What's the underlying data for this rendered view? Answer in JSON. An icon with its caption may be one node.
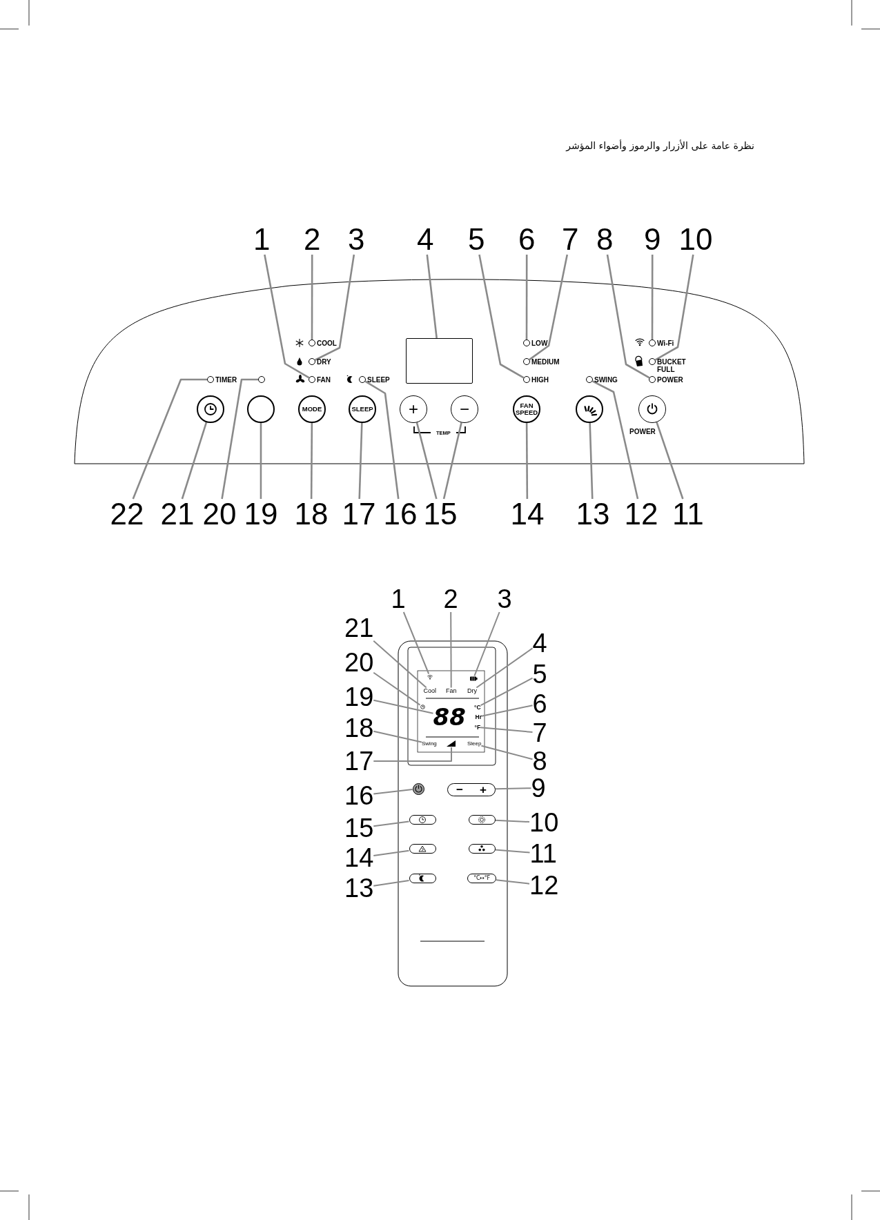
{
  "diagram": {
    "title": "نظرة عامة على الأزرار والرموز وأضواء المؤشر",
    "nodes": [
      {
        "text": [
          "1"
        ]
      },
      {
        "text": [
          "2"
        ]
      },
      {
        "text": [
          "3"
        ]
      },
      {
        "text": [
          "4"
        ]
      },
      {
        "text": [
          "5"
        ]
      },
      {
        "text": [
          "6"
        ]
      },
      {
        "text": [
          "7"
        ]
      },
      {
        "text": [
          "8"
        ]
      },
      {
        "text": [
          "9"
        ]
      },
      {
        "text": [
          "10"
        ]
      },
      {
        "text": [
          "COOL"
        ]
      },
      {
        "text": [
          "LOW"
        ]
      },
      {
        "text": [
          "Wi-Fi"
        ]
      },
      {
        "text": [
          "DRY"
        ]
      },
      {
        "text": [],
        "shape": "box"
      },
      {
        "text": [
          "MEDIUM"
        ]
      },
      {
        "text": [
          "BUCKET FULL"
        ]
      },
      {
        "text": [
          "TIMER"
        ]
      },
      {
        "text": [],
        "shape": "circle"
      },
      {
        "text": [
          "FAN"
        ]
      },
      {
        "text": [
          "SLEEP"
        ]
      },
      {
        "text": [
          "HIGH"
        ]
      },
      {
        "text": [
          "SWING"
        ]
      },
      {
        "text": [
          "POWER"
        ]
      },
      {
        "text": [],
        "shape": "circle"
      },
      {
        "text": [],
        "shape": "circle"
      },
      {
        "text": [
          "MODE"
        ]
      },
      {
        "text": [
          "SLEEP"
        ]
      },
      {
        "text": [
          "+"
        ]
      },
      {
        "text": [
          "−"
        ]
      },
      {
        "text": [
          "FAN SPEED"
        ]
      },
      {
        "text": [],
        "shape": "circle"
      },
      {
        "text": [],
        "shape": "circle",
        "beside": [
          "POWER"
        ]
      },
      {
        "text": [
          "22"
        ]
      },
      {
        "text": [
          "21"
        ]
      },
      {
        "text": [
          "20"
        ]
      },
      {
        "text": [
          "19"
        ]
      },
      {
        "text": [
          "18"
        ]
      },
      {
        "text": [
          "17"
        ]
      },
      {
        "text": [
          "16"
        ]
      },
      {
        "text": [
          "15"
        ]
      },
      {
        "text": [
          "14"
        ]
      },
      {
        "text": [
          "13"
        ]
      },
      {
        "text": [
          "12"
        ]
      },
      {
        "text": [
          "11"
        ]
      },
      {
        "text": [
          "1"
        ]
      },
      {
        "text": [
          "2"
        ]
      },
      {
        "text": [
          "3"
        ]
      },
      {
        "text": [
          "21"
        ]
      },
      {
        "text": [
          "4"
        ]
      },
      {
        "text": [
          "20"
        ]
      },
      {
        "text": [
          "5"
        ]
      },
      {
        "text": [
          "19"
        ]
      },
      {
        "text": [
          "6"
        ]
      },
      {
        "text": [
          "18"
        ]
      },
      {
        "text": [
          "7"
        ]
      },
      {
        "text": [
          "17"
        ]
      },
      {
        "text": [
          "8"
        ]
      },
      {
        "text": [
          "16"
        ]
      },
      {
        "text": [
          "9"
        ]
      },
      {
        "text": [
          "15"
        ]
      },
      {
        "text": [
          "10"
        ]
      },
      {
        "text": [
          "14"
        ]
      },
      {
        "text": [
          "11"
        ]
      },
      {
        "text": [
          "13"
        ]
      },
      {
        "text": [
          "12"
        ]
      },
      {
        "text": [],
        "shape": "icon"
      },
      {
        "text": [],
        "shape": "icon"
      },
      {
        "text": [
          "Cool"
        ]
      },
      {
        "text": [
          "Fan"
        ]
      },
      {
        "text": [
          "Dry"
        ]
      },
      {
        "text": [],
        "shape": "icon"
      },
      {
        "text": [
          "88"
        ]
      },
      {
        "text": [
          "°C"
        ]
      },
      {
        "text": [
          "Hr"
        ]
      },
      {
        "text": [
          "°F"
        ]
      },
      {
        "text": [
          "Swing"
        ]
      },
      {
        "text": [],
        "shape": "icon"
      },
      {
        "text": [
          "Sleep"
        ]
      },
      {
        "text": [],
        "shape": "circle"
      },
      {
        "text": [
          "−",
          "+"
        ]
      },
      {
        "text": [],
        "shape": "box"
      },
      {
        "text": [],
        "shape": "box"
      },
      {
        "text": [],
        "shape": "box"
      },
      {
        "text": [],
        "shape": "box"
      },
      {
        "text": [],
        "shape": "box"
      },
      {
        "text": [
          "°C↔°F"
        ]
      }
    ],
    "edges": [
      {
        "from": 0,
        "to": 19,
        "arrow": "none"
      },
      {
        "from": 1,
        "to": 10,
        "arrow": "none"
      },
      {
        "from": 2,
        "to": 13,
        "arrow": "none"
      },
      {
        "from": 3,
        "to": 14,
        "arrow": "none"
      },
      {
        "from": 4,
        "to": 21,
        "arrow": "none"
      },
      {
        "from": 5,
        "to": 11,
        "arrow": "none"
      },
      {
        "from": 6,
        "to": 15,
        "arrow": "none"
      },
      {
        "from": 7,
        "to": 23,
        "arrow": "none"
      },
      {
        "from": 8,
        "to": 12,
        "arrow": "none"
      },
      {
        "from": 9,
        "to": 16,
        "arrow": "none"
      },
      {
        "from": 33,
        "to": 17,
        "arrow": "none"
      },
      {
        "from": 34,
        "to": 24,
        "arrow": "none"
      },
      {
        "from": 35,
        "to": 18,
        "arrow": "none"
      },
      {
        "from": 36,
        "to": 25,
        "arrow": "none"
      },
      {
        "from": 37,
        "to": 26,
        "arrow": "none"
      },
      {
        "from": 38,
        "to": 27,
        "arrow": "none"
      },
      {
        "from": 39,
        "to": 20,
        "arrow": "none"
      },
      {
        "from": 40,
        "to": 28,
        "arrow": "none"
      },
      {
        "from": 40,
        "to": 29,
        "arrow": "none"
      },
      {
        "from": 41,
        "to": 30,
        "arrow": "none"
      },
      {
        "from": 42,
        "to": 31,
        "arrow": "none"
      },
      {
        "from": 43,
        "to": 22,
        "arrow": "none"
      },
      {
        "from": 44,
        "to": 32,
        "arrow": "none"
      },
      {
        "from": 45,
        "to": 66,
        "arrow": "none"
      },
      {
        "from": 46,
        "to": 69,
        "arrow": "none"
      },
      {
        "from": 47,
        "to": 67,
        "arrow": "none"
      },
      {
        "from": 48,
        "to": 68,
        "arrow": "none"
      },
      {
        "from": 49,
        "to": 70,
        "arrow": "none"
      },
      {
        "from": 50,
        "to": 71,
        "arrow": "none"
      },
      {
        "from": 51,
        "to": 73,
        "arrow": "none"
      },
      {
        "from": 52,
        "to": 72,
        "arrow": "none"
      },
      {
        "from": 53,
        "to": 74,
        "arrow": "none"
      },
      {
        "from": 54,
        "to": 76,
        "arrow": "none"
      },
      {
        "from": 55,
        "to": 75,
        "arrow": "none"
      },
      {
        "from": 56,
        "to": 77,
        "arrow": "none"
      },
      {
        "from": 57,
        "to": 78,
        "arrow": "none"
      },
      {
        "from": 58,
        "to": 79,
        "arrow": "none"
      },
      {
        "from": 59,
        "to": 80,
        "arrow": "none"
      },
      {
        "from": 60,
        "to": 81,
        "arrow": "none"
      },
      {
        "from": 61,
        "to": 82,
        "arrow": "none"
      },
      {
        "from": 62,
        "to": 83,
        "arrow": "none"
      },
      {
        "from": 63,
        "to": 84,
        "arrow": "none"
      },
      {
        "from": 64,
        "to": 85,
        "arrow": "none"
      },
      {
        "from": 65,
        "to": 86,
        "arrow": "none"
      }
    ],
    "labels": [
      "TEMP"
    ]
  }
}
